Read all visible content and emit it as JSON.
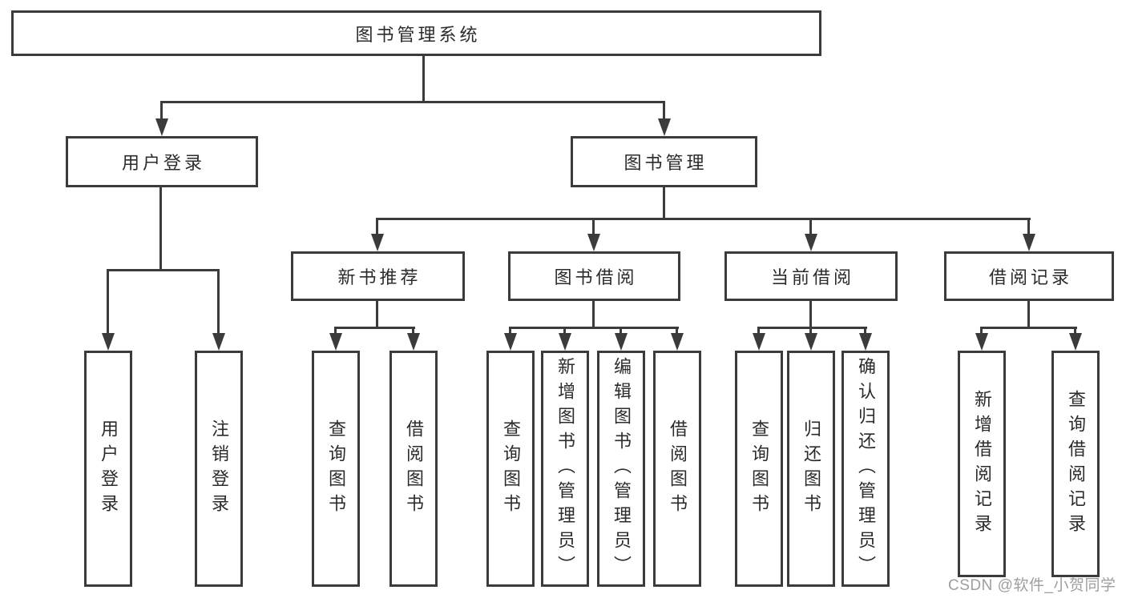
{
  "tree": {
    "root": "图书管理系统",
    "children": [
      {
        "label": "用户登录",
        "children": [
          {
            "label": "用户登录"
          },
          {
            "label": "注销登录"
          }
        ]
      },
      {
        "label": "图书管理",
        "children": [
          {
            "label": "新书推荐",
            "children": [
              {
                "label": "查询图书"
              },
              {
                "label": "借阅图书"
              }
            ]
          },
          {
            "label": "图书借阅",
            "children": [
              {
                "label": "查询图书"
              },
              {
                "label": "新增图书（管理员）"
              },
              {
                "label": "编辑图书（管理员）"
              },
              {
                "label": "借阅图书"
              }
            ]
          },
          {
            "label": "当前借阅",
            "children": [
              {
                "label": "查询图书"
              },
              {
                "label": "归还图书"
              },
              {
                "label": "确认归还（管理员）"
              }
            ]
          },
          {
            "label": "借阅记录",
            "children": [
              {
                "label": "新增借阅记录"
              },
              {
                "label": "查询借阅记录"
              }
            ]
          }
        ]
      }
    ]
  },
  "watermark": {
    "text": "CSDN @软件_小贺同学"
  },
  "colors": {
    "line": "#3b3b3b",
    "text": "#2b2b2b",
    "watermark": "#9e9e9e",
    "background": "#ffffff"
  }
}
